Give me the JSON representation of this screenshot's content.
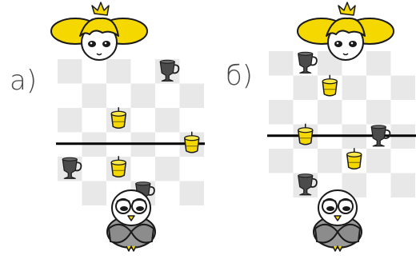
{
  "panels": [
    {
      "label": "а)",
      "divider_row": 3.5,
      "cups": [
        {
          "type": "gray-mug",
          "col": 4,
          "row": 0
        },
        {
          "type": "yellow-candle-cup",
          "col": 2,
          "row": 2
        },
        {
          "type": "yellow-candle-cup",
          "col": 5,
          "row": 3
        },
        {
          "type": "gray-mug",
          "col": 0,
          "row": 4
        },
        {
          "type": "yellow-candle-cup",
          "col": 2,
          "row": 4
        },
        {
          "type": "gray-mug",
          "col": 3,
          "row": 5
        }
      ]
    },
    {
      "label": "б)",
      "divider_row": 3.5,
      "cups": [
        {
          "type": "gray-mug",
          "col": 1,
          "row": 0
        },
        {
          "type": "yellow-candle-cup",
          "col": 2,
          "row": 1
        },
        {
          "type": "yellow-candle-cup",
          "col": 1,
          "row": 3
        },
        {
          "type": "gray-mug",
          "col": 4,
          "row": 3
        },
        {
          "type": "yellow-candle-cup",
          "col": 3,
          "row": 4
        },
        {
          "type": "gray-mug",
          "col": 1,
          "row": 5
        }
      ]
    }
  ],
  "board": {
    "rows": 6,
    "cols": 6,
    "light_color": "#e8e8e8",
    "dark_color": "#ffffff"
  },
  "colors": {
    "yellow": "#f5d800",
    "gray": "#4b4b4b",
    "outline": "#1a1a1a"
  },
  "characters": {
    "top": "princess-with-crown",
    "bottom": "owl-bird"
  }
}
